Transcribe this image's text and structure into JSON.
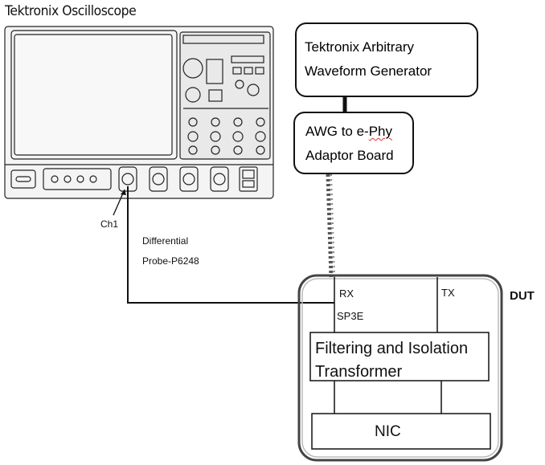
{
  "oscilloscope": {
    "title": "Tektronix Oscilloscope",
    "channel_label": "Ch1"
  },
  "probe": {
    "line1": "Differential",
    "line2": "Probe-P6248"
  },
  "awg": {
    "line1": "Tektronix Arbitrary",
    "line2": "Waveform Generator"
  },
  "adaptor": {
    "line1": "AWG to e-",
    "line1_b": "Phy",
    "line2": "Adaptor Board"
  },
  "dut": {
    "label": "DUT",
    "rx": "RX",
    "tx": "TX",
    "port": "SP3E",
    "filter_line1": "Filtering and Isolation",
    "filter_line2": "Transformer",
    "nic": "NIC"
  },
  "colors": {
    "line": "#111111",
    "scope_body": "#f2f2f2",
    "scope_panel": "#e6e6e6",
    "spellcheck": "#dd3333"
  }
}
